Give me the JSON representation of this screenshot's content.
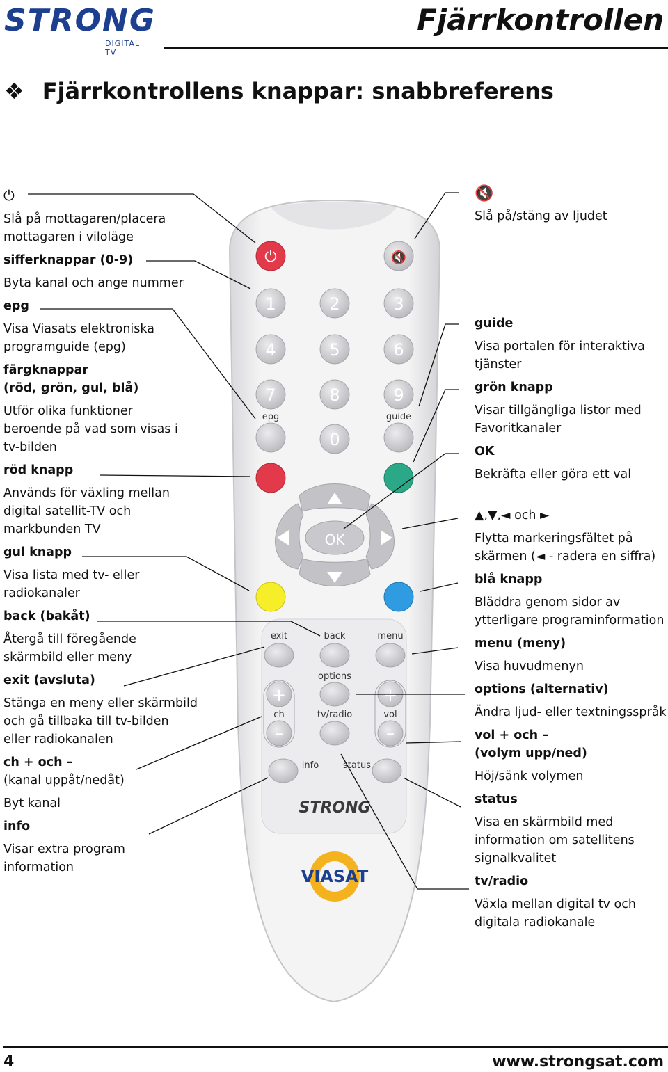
{
  "brand": {
    "logo_text": "STRONG",
    "logo_sub": "DIGITAL TV"
  },
  "header": {
    "title": "Fjärrkontrollen"
  },
  "section": {
    "symbol": "❖",
    "title": "Fjärrkontrollens knappar: snabbreferens"
  },
  "left_column": {
    "power_icon": "⏻",
    "power_desc_1": "Slå på mottagaren/placera",
    "power_desc_2": "mottagaren i viloläge",
    "digits_title": "sifferknappar (0-9)",
    "digits_desc": "Byta kanal och ange nummer",
    "epg_title": "epg",
    "epg_desc_1": "Visa Viasats elektroniska",
    "epg_desc_2": "programguide (epg)",
    "color_title_1": "färgknappar",
    "color_title_2": "(röd, grön, gul, blå)",
    "color_desc_1": "Utför olika funktioner",
    "color_desc_2": "beroende på vad som visas i",
    "color_desc_3": "tv-bilden",
    "red_title": "röd knapp",
    "red_desc_1": "Används för växling mellan",
    "red_desc_2": "digital satellit-TV och",
    "red_desc_3": "markbunden TV",
    "yellow_title": "gul knapp",
    "yellow_desc_1": "Visa lista med tv- eller",
    "yellow_desc_2": "radiokanaler",
    "back_title": "back (bakåt)",
    "back_desc_1": "Återgå till föregående",
    "back_desc_2": "skärmbild eller meny",
    "exit_title": "exit (avsluta)",
    "exit_desc_1": "Stänga en meny eller skärmbild",
    "exit_desc_2": "och gå tillbaka till tv-bilden",
    "exit_desc_3": "eller radiokanalen",
    "ch_title": "ch + och –",
    "ch_sub": "(kanal uppåt/nedåt)",
    "ch_desc": "Byt kanal",
    "info_title": "info",
    "info_desc_1": "Visar extra program",
    "info_desc_2": "information"
  },
  "right_column": {
    "mute_icon": "🔇",
    "mute_desc": "Slå på/stäng av ljudet",
    "guide_title": "guide",
    "guide_desc_1": "Visa portalen för interaktiva",
    "guide_desc_2": "tjänster",
    "green_title": "grön knapp",
    "green_desc_1": "Visar tillgängliga listor med",
    "green_desc_2": "Favoritkanaler",
    "ok_title": "OK",
    "ok_desc": "Bekräfta eller göra ett val",
    "arrows_title": "▲,▼,◄ och ►",
    "arrows_desc_1": "Flytta markeringsfältet på",
    "arrows_desc_2": "skärmen (◄ - radera en siffra)",
    "blue_title": "blå knapp",
    "blue_desc_1": "Bläddra genom sidor av",
    "blue_desc_2": "ytterligare programinformation",
    "menu_title": "menu (meny)",
    "menu_desc": "Visa huvudmenyn",
    "options_title": "options (alternativ)",
    "options_desc": "Ändra ljud- eller textningsspråk",
    "vol_title_1": "vol + och –",
    "vol_title_2": "(volym upp/ned)",
    "vol_desc": "Höj/sänk volymen",
    "status_title": "status",
    "status_desc_1": "Visa en skärmbild med",
    "status_desc_2": "information om satellitens",
    "status_desc_3": "signalkvalitet",
    "tvradio_title": "tv/radio",
    "tvradio_desc_1": "Växla mellan digital tv och",
    "tvradio_desc_2": "digitala radiokanale"
  },
  "remote": {
    "digits": [
      "1",
      "2",
      "3",
      "4",
      "5",
      "6",
      "7",
      "8",
      "9",
      "0"
    ],
    "epg_label": "epg",
    "guide_label": "guide",
    "ok_label": "OK",
    "exit_label": "exit",
    "back_label": "back",
    "menu_label": "menu",
    "options_label": "options",
    "ch_label": "ch",
    "tvradio_label": "tv/radio",
    "vol_label": "vol",
    "plus": "+",
    "minus": "–",
    "info_label": "info",
    "status_label": "status",
    "brand_label": "STRONG",
    "viasat_label": "VIASAT",
    "colors": {
      "red": "#e23a4a",
      "green": "#2aa887",
      "yellow": "#f7ee2a",
      "blue": "#2f9be0",
      "body": "#f0eff0"
    }
  },
  "footer": {
    "page": "4",
    "site": "www.strongsat.com"
  }
}
